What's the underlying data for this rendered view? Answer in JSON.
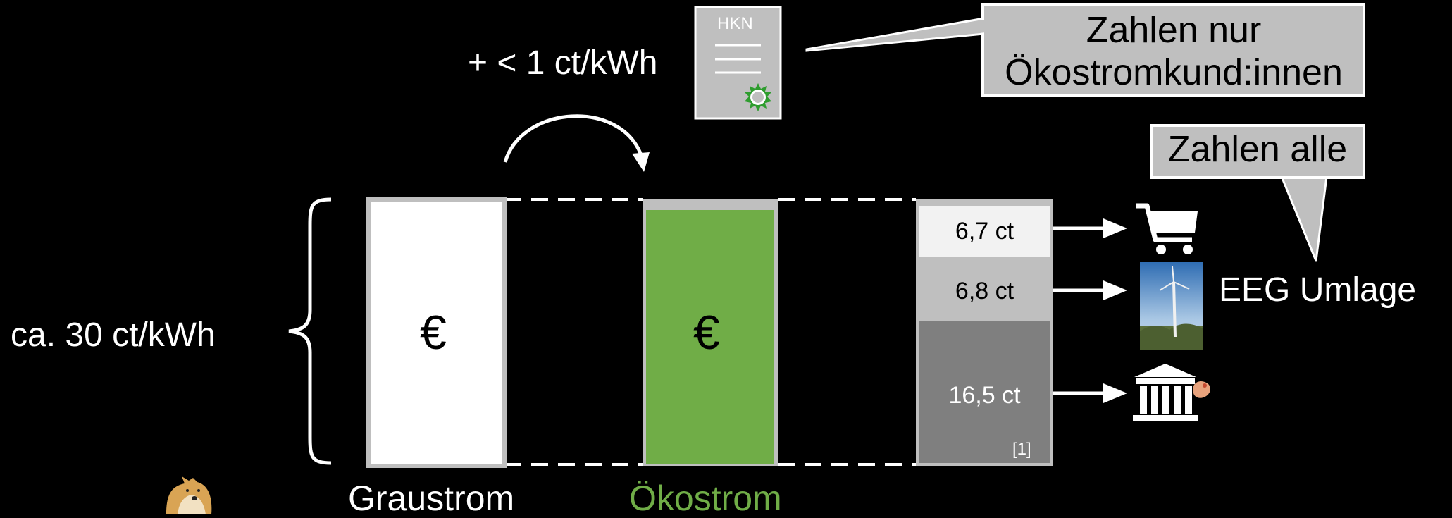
{
  "total_label": "ca. 30 ct/kWh",
  "surcharge_label": "+ < 1 ct/kWh",
  "certificate": {
    "label": "HKN",
    "icon": "certificate-icon"
  },
  "callouts": {
    "green_customers": "Zahlen nur\nÖkostromkund:innen",
    "everyone": "Zahlen alle"
  },
  "bars": {
    "grey": {
      "symbol": "€",
      "label": "Graustrom",
      "color": "#ffffff"
    },
    "green": {
      "symbol": "€",
      "label": "Ökostrom",
      "color": "#70ad47"
    }
  },
  "breakdown": [
    {
      "value": "6,7 ct",
      "target_icon": "shopping-cart-icon"
    },
    {
      "value": "6,8 ct",
      "target_icon": "wind-turbine-photo",
      "target_label": "EEG Umlage"
    },
    {
      "value": "16,5 ct",
      "target_icon": "government-building-icon"
    }
  ],
  "footnote": "[1]",
  "colors": {
    "background": "#000000",
    "green": "#70ad47",
    "callout": "#c0c0c0"
  }
}
